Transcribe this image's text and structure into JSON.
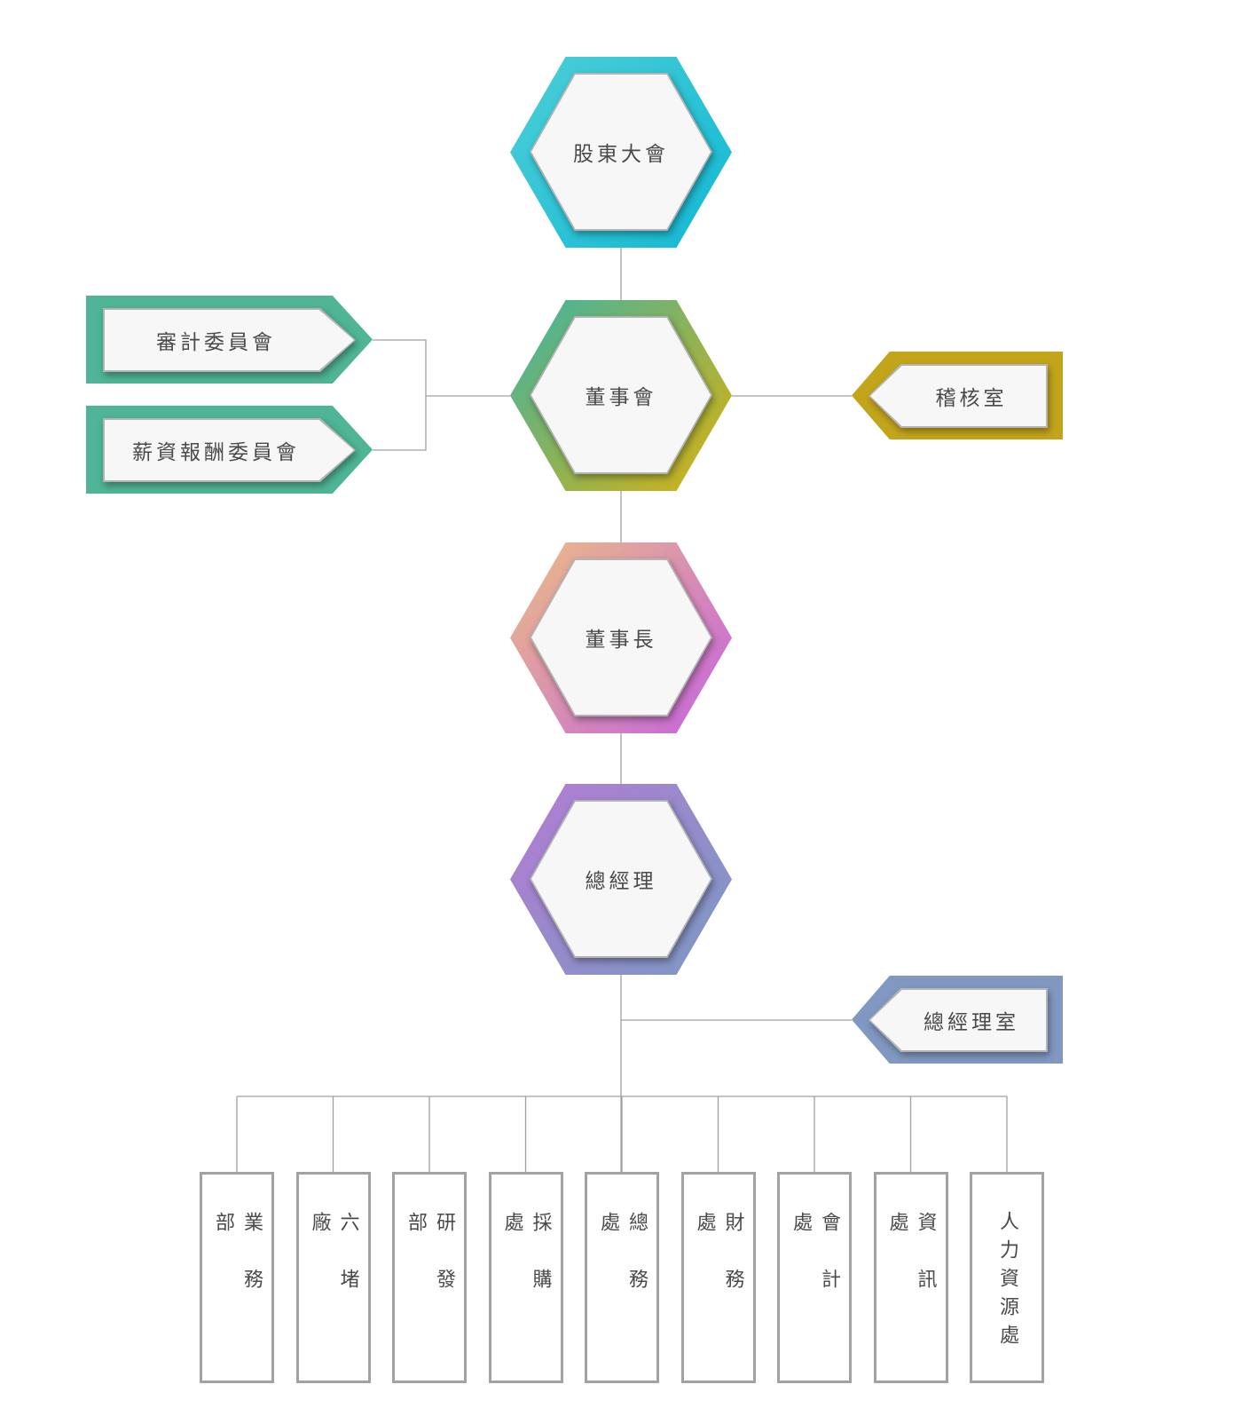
{
  "chart": {
    "title": "",
    "nodes": {
      "shareholders": {
        "label": "股東大會",
        "color_from": "#4ccfd6",
        "color_to": "#12b8d4"
      },
      "board": {
        "label": "董事會",
        "color_from": "#3fb3a3",
        "color_to": "#d9b20f"
      },
      "chairman": {
        "label": "董事長",
        "color_from": "#ecbd84",
        "color_to": "#c562e0"
      },
      "president": {
        "label": "總經理",
        "color_from": "#b47bd4",
        "color_to": "#7a9ac2"
      }
    },
    "committees": [
      {
        "label": "審計委員會",
        "color": "#4fb596"
      },
      {
        "label": "薪資報酬委員會",
        "color": "#4fb596"
      }
    ],
    "audit_office": {
      "label": "稽核室",
      "color": "#c3a51c"
    },
    "president_office": {
      "label": "總經理室",
      "color": "#8199c2"
    },
    "departments": [
      {
        "label": "業務部"
      },
      {
        "label": "六堵廠"
      },
      {
        "label": "研發部"
      },
      {
        "label": "採購處"
      },
      {
        "label": "總務處"
      },
      {
        "label": "財務處"
      },
      {
        "label": "會計處"
      },
      {
        "label": "資訊處"
      },
      {
        "label": "人力資源處"
      }
    ],
    "line_color": "#a0a0a0",
    "box_border_color": "#a2a2a2"
  }
}
